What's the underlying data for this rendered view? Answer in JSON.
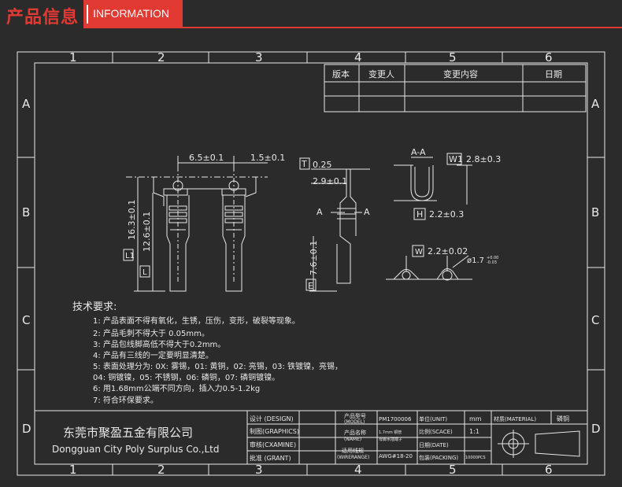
{
  "header": {
    "title_cn": "产品信息",
    "title_en": "INFORMATION"
  },
  "frame": {
    "cols": [
      "1",
      "2",
      "3",
      "4",
      "5",
      "6"
    ],
    "rows": [
      "A",
      "B",
      "C",
      "D"
    ]
  },
  "revision_table": {
    "headers": [
      "版本",
      "变更人",
      "变更内容",
      "日期"
    ]
  },
  "dimensions": {
    "width_pitch": "6.5±0.1",
    "hole": "1.5±0.1",
    "L1": "L1",
    "L1_val": "16.3±0.1",
    "L": "L",
    "L_val": "12.6±0.1",
    "T": "T",
    "T_val": "0.25",
    "side_w": "2.9±0.1",
    "AL": "A",
    "AR": "A",
    "E": "E",
    "E_val": "7.6±0.1",
    "section": "A-A",
    "W1": "W1",
    "W1_val": "2.8±0.3",
    "H": "H",
    "H_val": "2.2±0.3",
    "W": "W",
    "W_val": "2.2±0.02",
    "dia": "ø1.7",
    "dia_plus": "+0.00",
    "dia_minus": "-0.03"
  },
  "requirements": {
    "title": "技术要求:",
    "items": [
      "1: 产品表面不得有氧化，生锈，压伤，变形，破裂等现象。",
      "2: 产品毛刺不得大于  0.05mm。",
      "3: 产品包线脚高低不得大于0.2mm。",
      "4: 产品有三线的一定要明显清楚。",
      "5: 表面处理分为: 0X: 雾锡，01: 黄铜，02: 亮锡，03: 铁镀镍，亮锡，",
      "    04: 铜镀镍，05: 不锈钢，06: 磷铜，07: 磷铜镀镍。",
      "6: 用1.68mm公端不同方向，插入力0.5-1.2kg",
      "7: 符合环保要求。"
    ]
  },
  "title_block": {
    "company_cn": "东莞市聚盈五金有限公司",
    "company_en": "Dongguan City Poly Surplus Co.,Ltd",
    "design": "设计 (DESIGN)",
    "graphics": "制图(GRAPHICS)",
    "examine": "审核(CXAMINE)",
    "grant": "批准 (GRANT)",
    "model_label": "产品型号",
    "model_en": "(MODEL)",
    "model_val": "PM1700006",
    "name_label": "产品名称",
    "name_en": "(NAME)",
    "name_val1": "1.7mm 铜管",
    "name_val2": "母脚水插端子",
    "wire_label": "适用线规",
    "wire_en": "(WIRERANGE)",
    "wire_val": "AWG#18-20",
    "unit_label": "单位(UNIT)",
    "unit_val": "mm",
    "scale_label": "比例(SCACE)",
    "scale_val": "1:1",
    "date_label": "日期(DATE)",
    "packing_label": "包装(PACKING)",
    "packing_val": "10000PCS",
    "material_label": "材质(MATERIAL)",
    "material_val": "磷铜"
  }
}
